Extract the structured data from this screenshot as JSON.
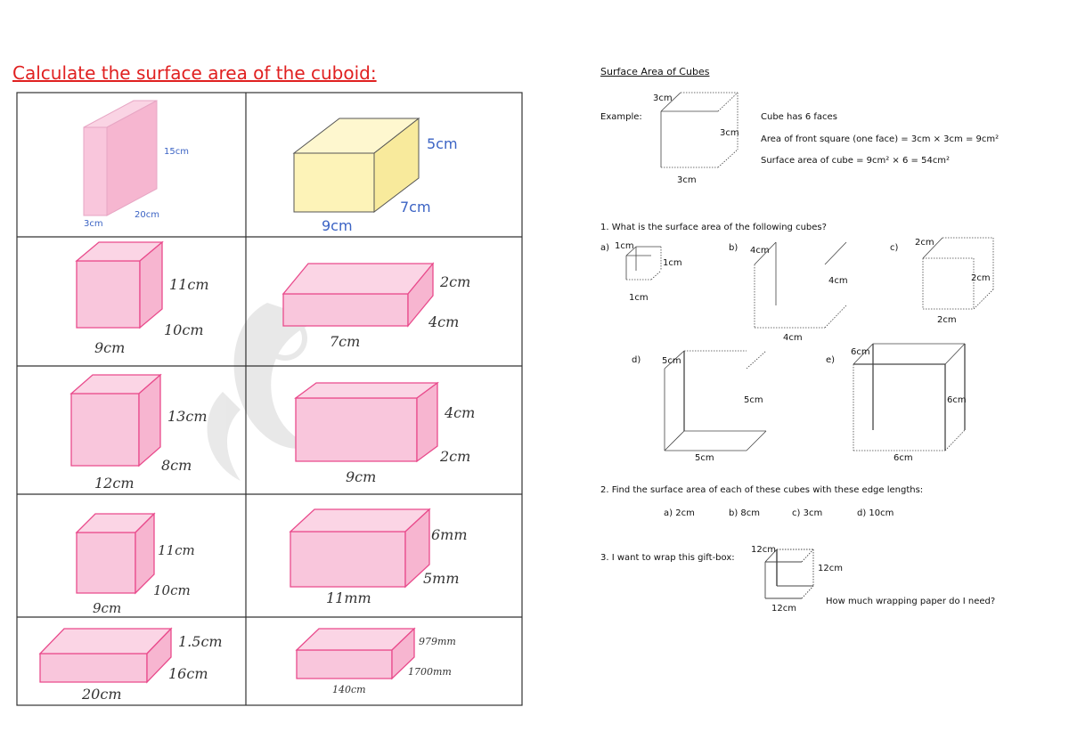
{
  "left": {
    "title": "Calculate the surface area of the cuboid:",
    "cells": [
      {
        "labels": [
          "15cm",
          "3cm",
          "20cm"
        ]
      },
      {
        "labels": [
          "5cm",
          "7cm",
          "9cm"
        ]
      },
      {
        "labels": [
          "11cm",
          "10cm",
          "9cm"
        ]
      },
      {
        "labels": [
          "2cm",
          "4cm",
          "7cm"
        ]
      },
      {
        "labels": [
          "13cm",
          "8cm",
          "12cm"
        ]
      },
      {
        "labels": [
          "4cm",
          "2cm",
          "9cm"
        ]
      },
      {
        "labels": [
          "11cm",
          "10cm",
          "9cm"
        ]
      },
      {
        "labels": [
          "6mm",
          "5mm",
          "11mm"
        ]
      },
      {
        "labels": [
          "1.5cm",
          "16cm",
          "20cm"
        ]
      },
      {
        "labels": [
          "979mm",
          "1700mm",
          "140cm"
        ]
      }
    ],
    "colors": {
      "pink": "#f9c6dc",
      "pink_edge": "#e94b8c",
      "yellow": "#fdf3b8",
      "blue_label": "#3b63c4"
    }
  },
  "right": {
    "title": "Surface Area of Cubes",
    "example": {
      "label": "Example:",
      "top": "3cm",
      "side": "3cm",
      "bottom": "3cm",
      "line1": "Cube has 6 faces",
      "line2": "Area of front square (one face) = 3cm × 3cm = 9cm²",
      "line3": "Surface area of cube = 9cm² × 6 = 54cm²"
    },
    "q1": {
      "text": "1. What is the surface area of the following cubes?",
      "a": {
        "tag": "a)",
        "l1": "1cm",
        "l2": "1cm",
        "l3": "1cm"
      },
      "b": {
        "tag": "b)",
        "l1": "4cm",
        "l2": "4cm",
        "l3": "4cm"
      },
      "c": {
        "tag": "c)",
        "l1": "2cm",
        "l2": "2cm",
        "l3": "2cm"
      },
      "d": {
        "tag": "d)",
        "l1": "5cm",
        "l2": "5cm",
        "l3": "5cm"
      },
      "e": {
        "tag": "e)",
        "l1": "6cm",
        "l2": "6cm",
        "l3": "6cm"
      }
    },
    "q2": {
      "text": "2. Find the surface area of each of these cubes with these edge lengths:",
      "options": [
        "a) 2cm",
        "b) 8cm",
        "c) 3cm",
        "d) 10cm"
      ]
    },
    "q3": {
      "text": "3. I want to wrap this gift-box:",
      "l1": "12cm",
      "l2": "12cm",
      "l3": "12cm",
      "question": "How much wrapping paper do I need?"
    }
  }
}
